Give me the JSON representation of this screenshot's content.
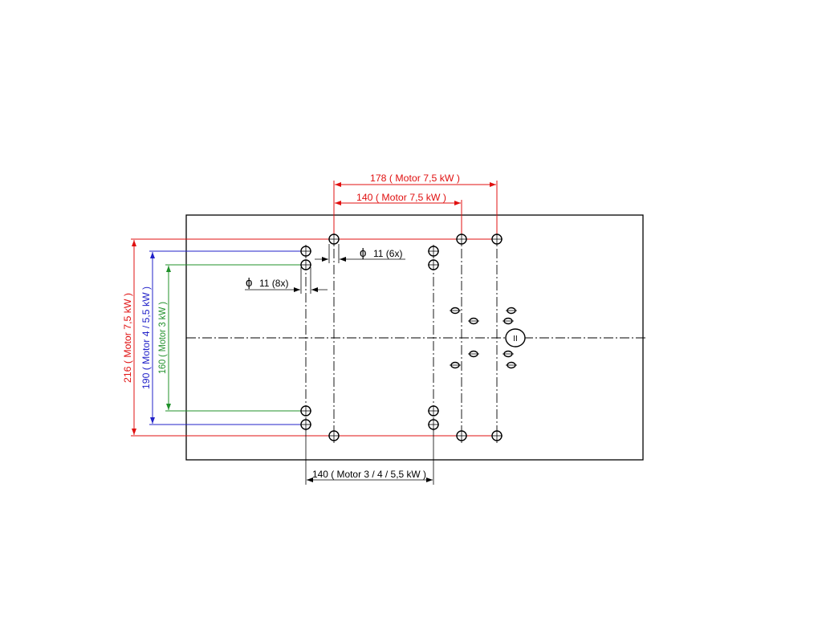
{
  "dimensions": {
    "top_178": "178 ( Motor 7,5 kW )",
    "top_140": "140 ( Motor 7,5 kW )",
    "left_216": "216 ( Motor 7,5 kW )",
    "left_190": "190 ( Motor 4 / 5,5 kW )",
    "left_160": "160 ( Motor 3 kW )",
    "bottom_140": "140 ( Motor 3 / 4 / 5,5 kW )"
  },
  "holes": {
    "phi_symbol": "ϕ",
    "hole_6x": "11 (6x)",
    "hole_8x": "11 (8x)"
  },
  "shaft_mark": "II",
  "colors": {
    "red": "#e01010",
    "blue": "#2020c8",
    "green": "#20902a"
  }
}
